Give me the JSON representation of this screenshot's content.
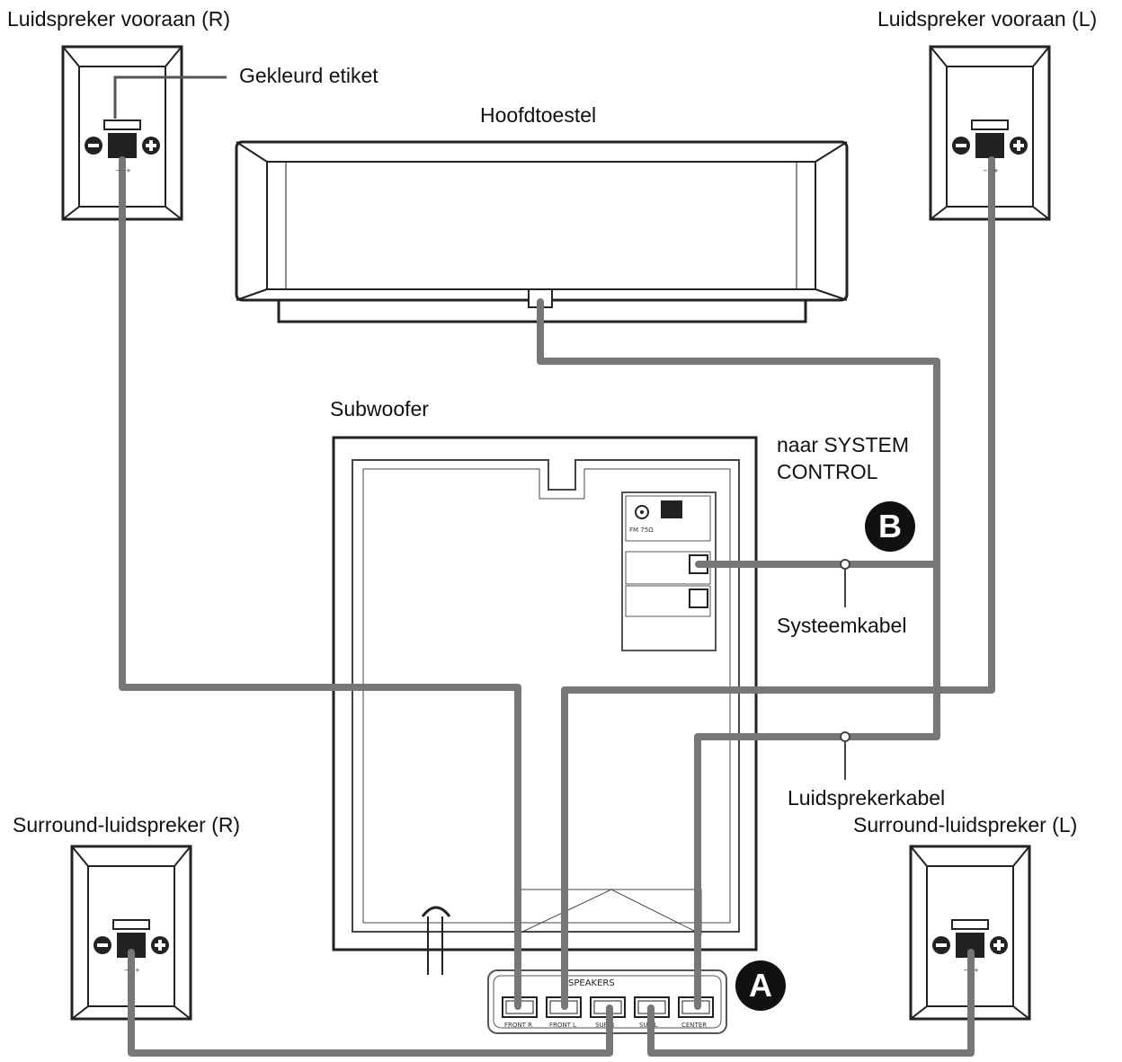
{
  "labels": {
    "front_right": "Luidspreker vooraan (R)",
    "front_left": "Luidspreker vooraan (L)",
    "colour_label": "Gekleurd etiket",
    "main_unit": "Hoofdtoestel",
    "subwoofer": "Subwoofer",
    "system_control_1": "naar SYSTEM",
    "system_control_2": "CONTROL",
    "system_cable": "Systeemkabel",
    "speaker_cable": "Luidsprekerkabel",
    "surround_right": "Surround-luidspreker (R)",
    "surround_left": "Surround-luidspreker (L)"
  },
  "badges": {
    "a": "A",
    "b": "B"
  },
  "terminals": {
    "title": "SPEAKERS",
    "front_r": "FRONT R",
    "front_l": "FRONT L",
    "sur_r": "SUR R",
    "sur_l": "SUR L",
    "center": "CENTER"
  },
  "terminal_signs": {
    "minus": "−",
    "plus": "+"
  },
  "colors": {
    "cable": "#777777",
    "outline": "#222222",
    "panel": "#555555"
  },
  "icons": [
    "minus-terminal-icon",
    "plus-terminal-icon",
    "speaker-terminal-icon"
  ]
}
